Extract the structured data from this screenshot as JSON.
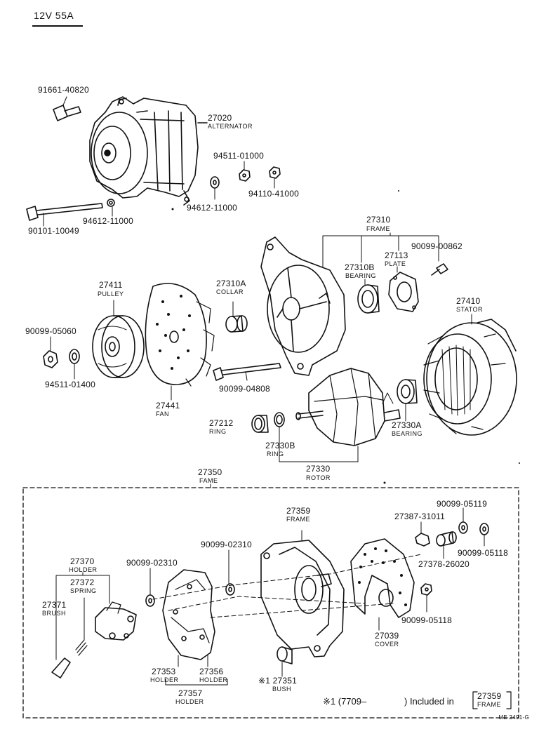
{
  "header": {
    "spec": "12V 55A"
  },
  "parts": {
    "p91661": "91661-40820",
    "p27020": "27020",
    "n27020": "ALTERNATOR",
    "p94511a": "94511-01000",
    "p94110": "94110-41000",
    "p94612a": "94612-11000",
    "p94612b": "94612-11000",
    "p90101": "90101-10049",
    "p27310": "27310",
    "n27310": "FRAME",
    "p90099_862": "90099-00862",
    "p27113": "27113",
    "n27113": "PLATE",
    "p27310B": "27310B",
    "n27310B": "BEARING",
    "p27411": "27411",
    "n27411": "PULLEY",
    "p27310A": "27310A",
    "n27310A": "COLLAR",
    "p27410": "27410",
    "n27410": "STATOR",
    "p90099_5060": "90099-05060",
    "p94511b": "94511-01400",
    "p90099_4808": "90099-04808",
    "p27441": "27441",
    "n27441": "FAN",
    "p27212": "27212",
    "n27212": "RING",
    "p27330B": "27330B",
    "n27330B": "RING",
    "p27330A": "27330A",
    "n27330A": "BEARING",
    "p27330": "27330",
    "n27330": "ROTOR",
    "p27350": "27350",
    "n27350": "FAME",
    "p27359": "27359",
    "n27359": "FRAME",
    "p90099_5119": "90099-05119",
    "p27387": "27387-31011",
    "p90099_5118a": "90099-05118",
    "p27378": "27378-26020",
    "p90099_2310a": "90099-02310",
    "p90099_2310b": "90099-02310",
    "p27370": "27370",
    "n27370": "HOLDER",
    "p27372": "27372",
    "n27372": "SPRING",
    "p27371": "27371",
    "n27371": "BRUSH",
    "p90099_5118b": "90099-05118",
    "p27039": "27039",
    "n27039": "COVER",
    "p27353": "27353",
    "n27353": "HOLDER",
    "p27356": "27356",
    "n27356": "HOLDER",
    "p27357": "27357",
    "n27357": "HOLDER",
    "p27351": "※1 27351",
    "n27351": "BUSH"
  },
  "footnote": {
    "mark": "※1 (7709–",
    "included": ") Included in",
    "box_number": "27359",
    "box_name": "FRAME"
  },
  "diagram_code": "ME 2491-G"
}
